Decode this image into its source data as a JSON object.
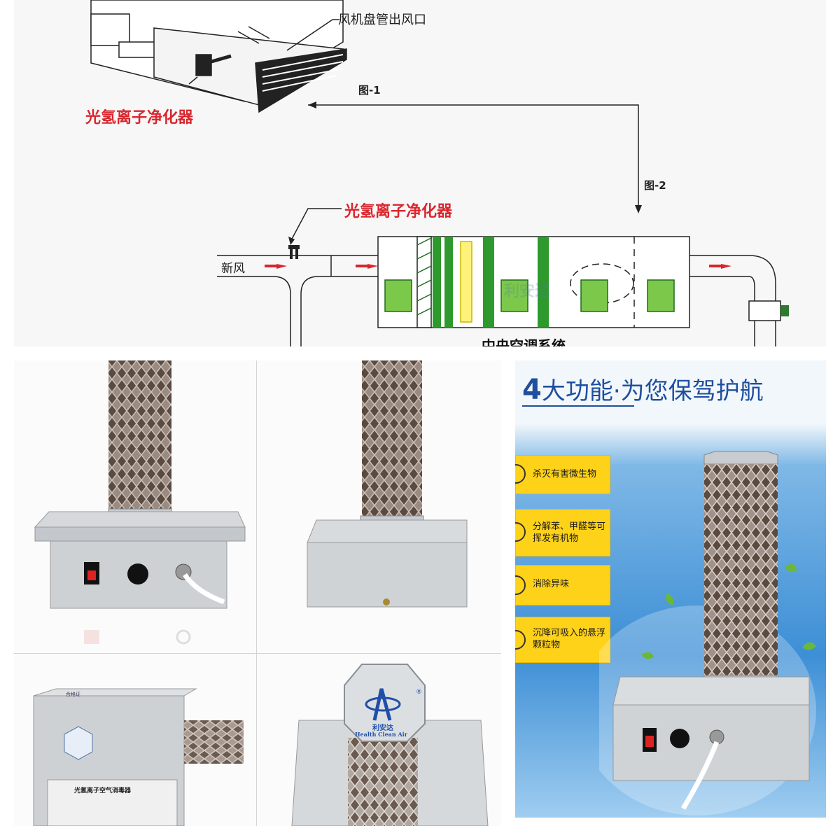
{
  "diagram": {
    "fan_coil_outlet_label": "风机盘管出风口",
    "purifier_label_top": "光氢离子净化器",
    "purifier_label_bottom": "光氢离子净化器",
    "fig1_label": "图-1",
    "fig2_label": "图-2",
    "fresh_air_label": "新风",
    "central_ac_label": "中央空调系统",
    "watermark": "利安达",
    "colors": {
      "red": "#d9262e",
      "green": "#2e9a2e",
      "dark_green": "#1f6b1f",
      "line": "#222222"
    }
  },
  "photos": {
    "nameplate_title": "光氢离子空气消毒器",
    "logo_text": "利安达",
    "logo_subtext": "Health Clean Air",
    "logo_registered": "®",
    "label_badge": "合格证"
  },
  "promo": {
    "title_number": "4",
    "title_main": "大功能",
    "title_separator": "·",
    "title_tail": "为您保驾护航",
    "features": [
      {
        "icon": "bacteria-icon",
        "text": "杀灭有害微生物"
      },
      {
        "icon": "molecule-icon",
        "text": "分解苯、甲醛等可挥发有机物"
      },
      {
        "icon": "odor-icon",
        "text": "消除异味"
      },
      {
        "icon": "particle-icon",
        "text": "沉降可吸入的悬浮颗粒物"
      }
    ],
    "colors": {
      "accent": "#1f4f9e",
      "feature_bg": "#ffd21a"
    }
  }
}
